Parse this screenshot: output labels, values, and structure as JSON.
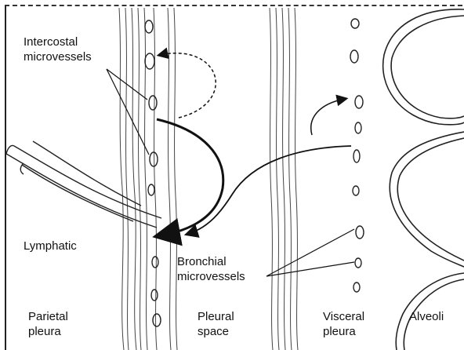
{
  "labels": {
    "intercostal": "Intercostal\nmicrovessels",
    "lymphatic": "Lymphatic",
    "bronchial": "Bronchial\nmicrovessels",
    "parietal_pleura": "Parietal\npleura",
    "pleural_space": "Pleural\nspace",
    "visceral_pleura": "Visceral\npleura",
    "alveoli": "Alveoli"
  }
}
